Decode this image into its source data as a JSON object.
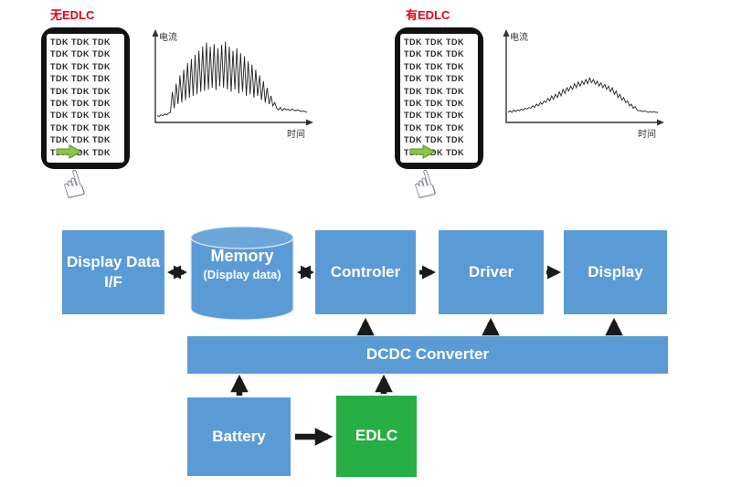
{
  "colors": {
    "block_blue": "#5b9bd5",
    "edlc_green": "#27ae45",
    "arrow_black": "#1a1a1a",
    "label_red": "#e60012",
    "phone_black": "#111111",
    "scroll_arrow_green": "#8dc63f"
  },
  "icons": {
    "pointing_hand": "☝"
  },
  "panels": {
    "left": {
      "caption": "无EDLC"
    },
    "right": {
      "caption": "有EDLC"
    }
  },
  "phone": {
    "cell_text": "TDK",
    "rows": 10,
    "cols": 3
  },
  "diagram": {
    "display_data_if": "Display Data I/F",
    "memory": "Memory",
    "memory_sub": "(Display data)",
    "controller": "Controler",
    "driver": "Driver",
    "display": "Display",
    "dcdc": "DCDC Converter",
    "battery": "Battery",
    "edlc": "EDLC"
  },
  "chart_data": [
    {
      "type": "line",
      "title": "无EDLC current profile",
      "xlabel": "时间",
      "ylabel": "电流",
      "ylim": [
        0,
        1
      ],
      "values": [
        0.06,
        0.05,
        0.07,
        0.06,
        0.08,
        0.07,
        0.09,
        0.1,
        0.35,
        0.15,
        0.45,
        0.2,
        0.55,
        0.22,
        0.62,
        0.25,
        0.7,
        0.28,
        0.75,
        0.3,
        0.8,
        0.32,
        0.85,
        0.35,
        0.9,
        0.36,
        0.95,
        0.38,
        0.9,
        0.4,
        0.93,
        0.37,
        0.88,
        0.42,
        0.92,
        0.4,
        0.96,
        0.38,
        0.9,
        0.35,
        0.85,
        0.38,
        0.88,
        0.33,
        0.82,
        0.35,
        0.78,
        0.3,
        0.72,
        0.32,
        0.68,
        0.28,
        0.62,
        0.3,
        0.55,
        0.25,
        0.48,
        0.22,
        0.4,
        0.2,
        0.3,
        0.18,
        0.22,
        0.15,
        0.13,
        0.16,
        0.12,
        0.15,
        0.13,
        0.14,
        0.12,
        0.14,
        0.13,
        0.12,
        0.13,
        0.12,
        0.11,
        0.12,
        0.11,
        0.1
      ]
    },
    {
      "type": "line",
      "title": "有EDLC current profile",
      "xlabel": "时间",
      "ylabel": "电流",
      "ylim": [
        0,
        1
      ],
      "values": [
        0.1,
        0.12,
        0.1,
        0.13,
        0.11,
        0.13,
        0.12,
        0.14,
        0.13,
        0.15,
        0.14,
        0.16,
        0.15,
        0.18,
        0.16,
        0.2,
        0.18,
        0.22,
        0.2,
        0.24,
        0.22,
        0.27,
        0.24,
        0.3,
        0.26,
        0.32,
        0.28,
        0.35,
        0.3,
        0.38,
        0.33,
        0.4,
        0.36,
        0.42,
        0.38,
        0.45,
        0.4,
        0.47,
        0.42,
        0.48,
        0.44,
        0.5,
        0.45,
        0.52,
        0.46,
        0.5,
        0.44,
        0.48,
        0.42,
        0.46,
        0.4,
        0.44,
        0.38,
        0.42,
        0.35,
        0.4,
        0.32,
        0.36,
        0.28,
        0.32,
        0.25,
        0.28,
        0.22,
        0.24,
        0.18,
        0.2,
        0.15,
        0.17,
        0.13,
        0.12,
        0.12,
        0.11,
        0.12,
        0.11,
        0.1,
        0.11,
        0.1,
        0.11,
        0.1,
        0.1
      ]
    }
  ]
}
